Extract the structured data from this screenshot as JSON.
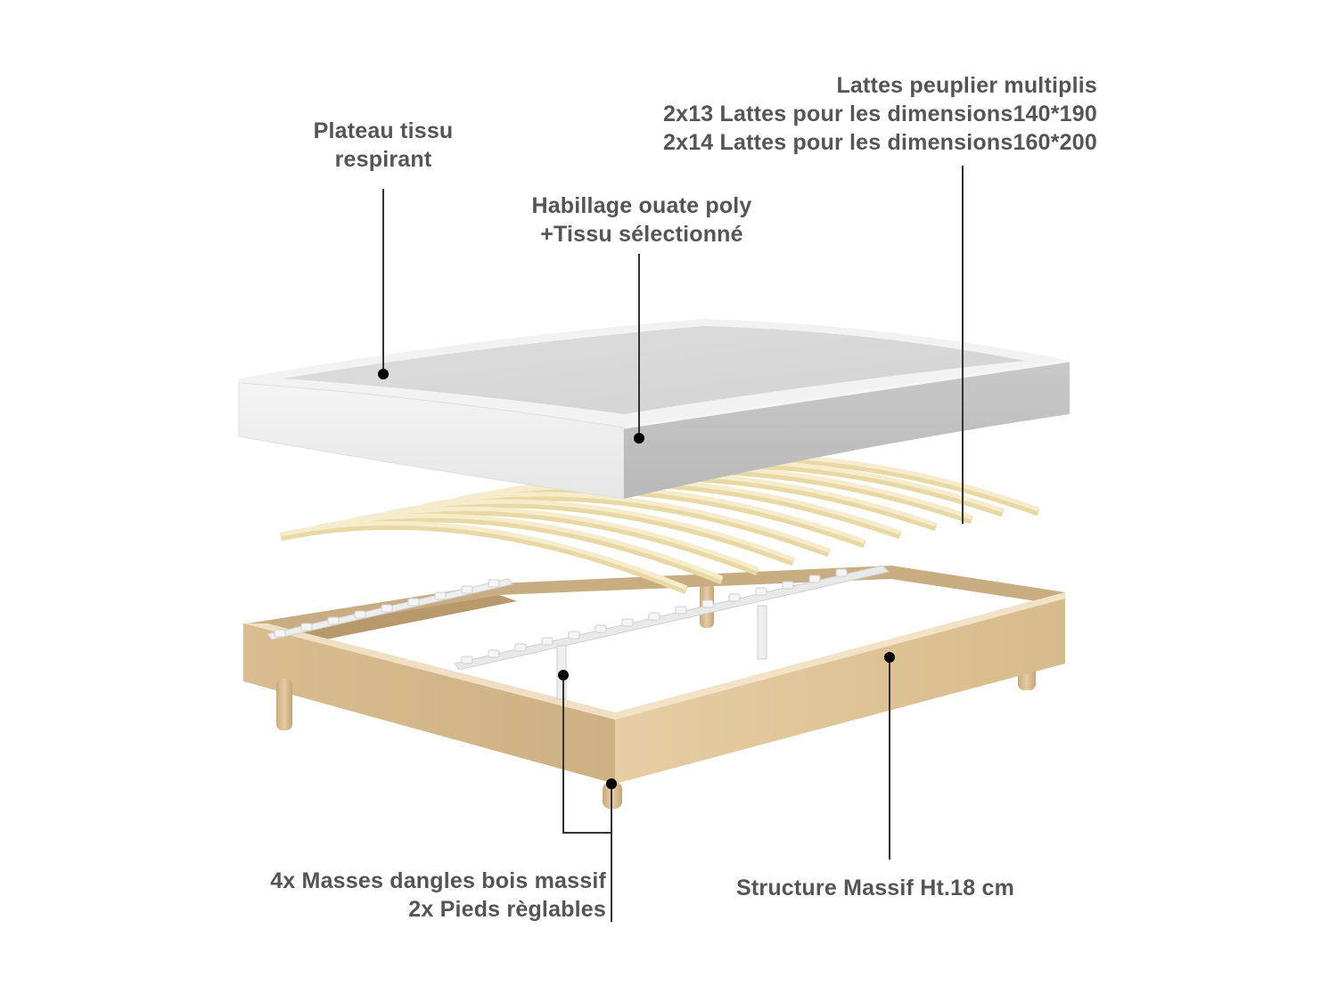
{
  "diagram": {
    "title": "Exploded view of bed base components",
    "colors": {
      "label_text": "#555555",
      "leader_line": "#333333",
      "dot": "#000000",
      "wood": "#e2c9a0",
      "wood_dark": "#cfb184",
      "slat": "#f3e7b8",
      "mattress_top": "#d9d9d9",
      "mattress_side": "#eeeeee",
      "metal": "#e8e8e8"
    },
    "labels": {
      "plateau": {
        "line1": "Plateau tissu",
        "line2": "respirant"
      },
      "habillage": {
        "line1": "Habillage ouate poly",
        "line2": "+Tissu sélectionné"
      },
      "lattes": {
        "line1": "Lattes peuplier multiplis",
        "line2": "2x13 Lattes pour les dimensions140*190",
        "line3": "2x14 Lattes pour les dimensions160*200"
      },
      "masses": {
        "line1": "4x Masses dangles bois massif",
        "line2": "2x Pieds règlables"
      },
      "structure": {
        "line1": "Structure Massif Ht.18 cm"
      }
    }
  }
}
